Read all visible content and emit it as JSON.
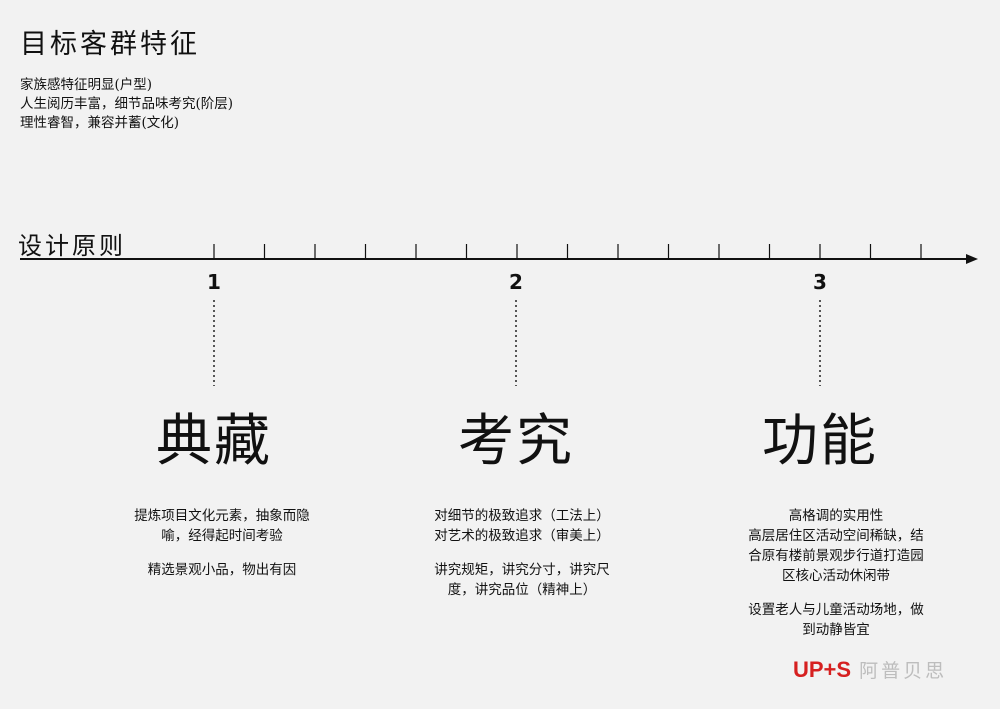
{
  "title": "目标客群特征",
  "traits": [
    "家族感特征明显(户型)",
    "人生阅历丰富，细节品味考究(阶层)",
    "理性睿智，兼容并蓄(文化)"
  ],
  "principle_label": "设计原则",
  "principles": [
    {
      "number": "1",
      "heading": "典藏",
      "paragraphs": [
        [
          "提炼项目文化元素，抽象而隐",
          "喻，经得起时间考验"
        ],
        [
          "精选景观小品，物出有因"
        ]
      ]
    },
    {
      "number": "2",
      "heading": "考究",
      "paragraphs": [
        [
          "对细节的极致追求（工法上）",
          "对艺术的极致追求（审美上）"
        ],
        [
          "讲究规矩，讲究分寸，讲究尺",
          "度，讲究品位（精神上）"
        ]
      ]
    },
    {
      "number": "3",
      "heading": "功能",
      "paragraphs": [
        [
          "高格调的实用性",
          "高层居住区活动空间稀缺，结",
          "合原有楼前景观步行道打造园",
          "区核心活动休闲带"
        ],
        [
          "设置老人与儿童活动场地，做",
          "到动静皆宜"
        ]
      ]
    }
  ],
  "logo": {
    "mark": "UP+S",
    "text": "阿普贝思",
    "mark_color": "#d62020",
    "text_color": "#bdbdbd"
  }
}
